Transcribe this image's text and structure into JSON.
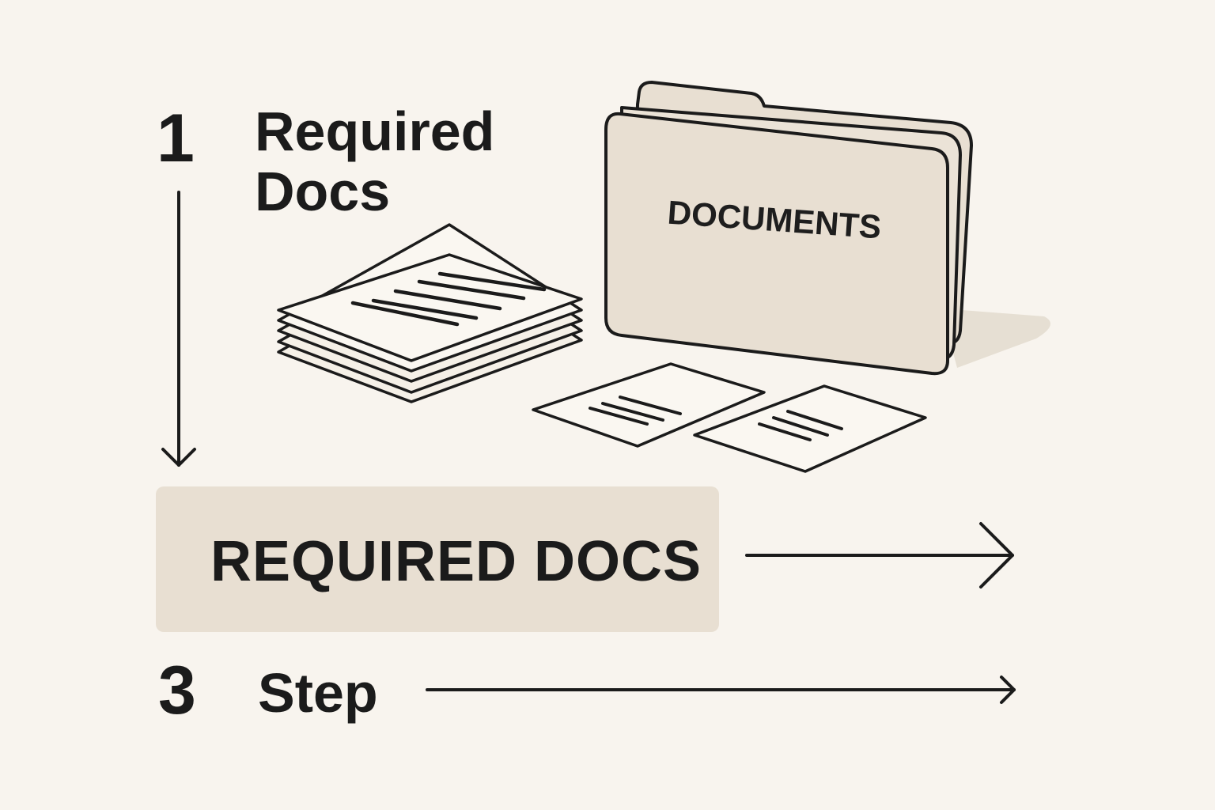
{
  "steps": {
    "step1": {
      "number": "1",
      "title_line1": "Required",
      "title_line2": "Docs"
    },
    "highlight": {
      "label": "REQUIRED DOCS"
    },
    "step3": {
      "number": "3",
      "title": "Step"
    }
  },
  "illustration": {
    "folder_label": "DOCUMENTS"
  },
  "colors": {
    "background": "#f8f4ee",
    "highlight": "#e8dfd2",
    "folder": "#e8dfd2",
    "ink": "#1b1b1b"
  },
  "icons": [
    "arrow-down-icon",
    "arrow-right-icon",
    "folder-icon",
    "paper-stack-icon",
    "document-sheet-icon"
  ]
}
